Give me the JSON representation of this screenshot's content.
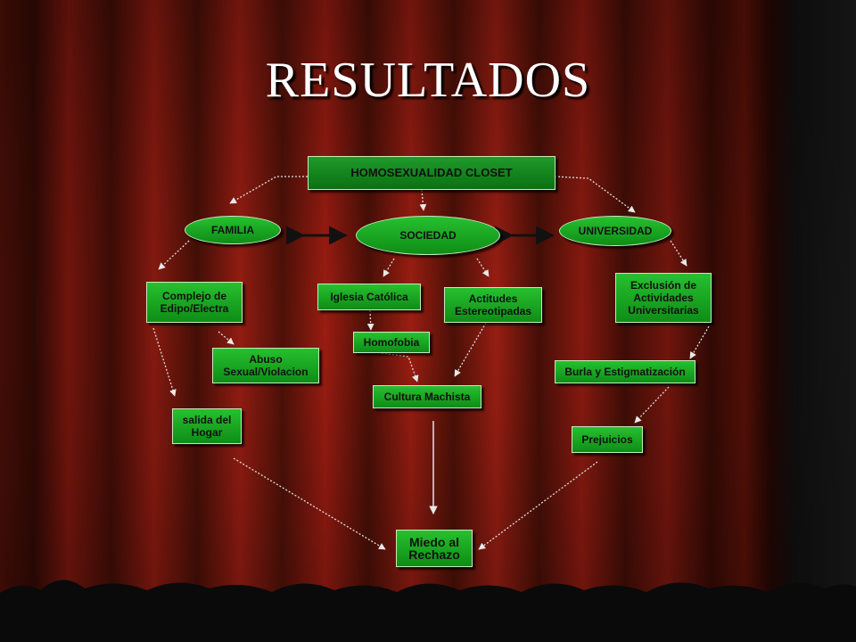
{
  "slide": {
    "title": "RESULTADOS"
  },
  "diagram": {
    "root": "HOMOSEXUALIDAD  CLOSET",
    "familia": "FAMILIA",
    "sociedad": "SOCIEDAD",
    "universidad": "UNIVERSIDAD",
    "complejo": "Complejo de\nEdipo/Electra",
    "abuso": "Abuso\nSexual/Violacion",
    "salida": "salida del\nHogar",
    "iglesia": "Iglesia Católica",
    "actitudes": "Actitudes\nEstereotipadas",
    "homofobia": "Homofobia",
    "cultura": "Cultura Machista",
    "exclusion": "Exclusión de\nActividades\nUniversitarias",
    "burla": "Burla y Estigmatización",
    "prejuicios": "Prejuicios",
    "miedo": "Miedo al\nRechazo"
  },
  "colors": {
    "curtain_dark": "#3a0a05",
    "curtain_red": "#9a1a12",
    "node_green": "#1aa824",
    "stage_floor": "#0a0a0a"
  }
}
